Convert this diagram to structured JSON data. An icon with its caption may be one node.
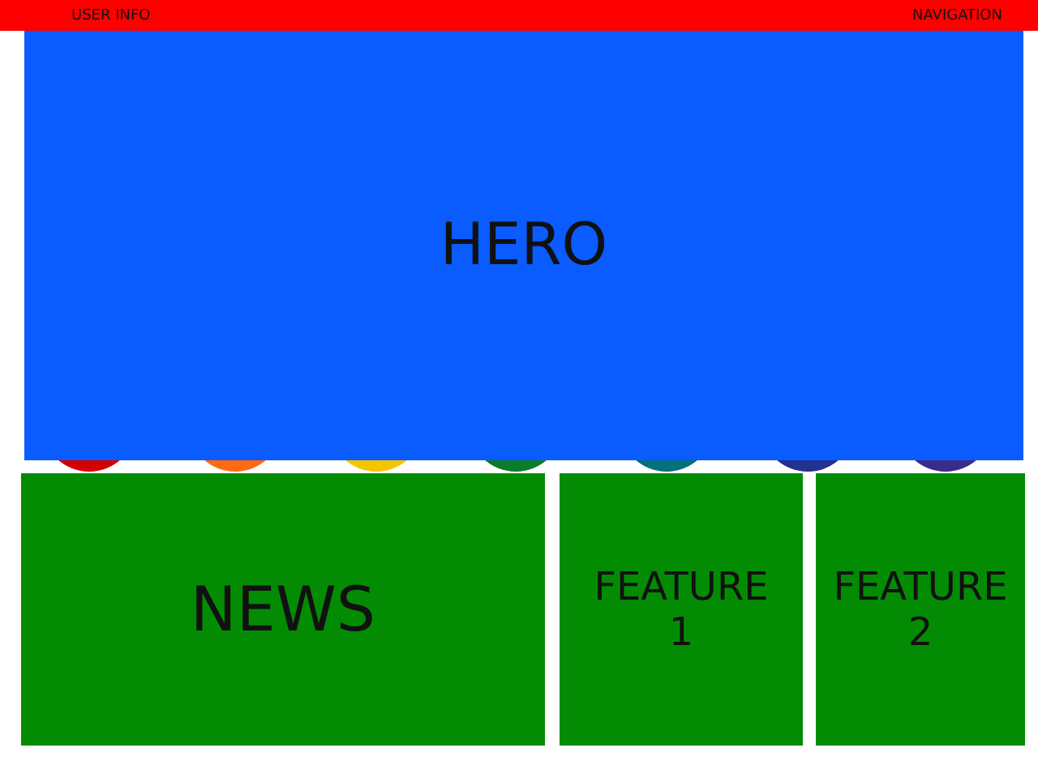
{
  "diagram": {
    "nodes": [
      {
        "text": [
          "USER INFO",
          "NAVIGATION"
        ]
      },
      {
        "text": [
          "HERO"
        ]
      },
      {
        "text": [
          "NEWS"
        ]
      },
      {
        "text": [
          "FEATURE 1"
        ]
      },
      {
        "text": [
          "FEATURE 2"
        ]
      }
    ]
  }
}
